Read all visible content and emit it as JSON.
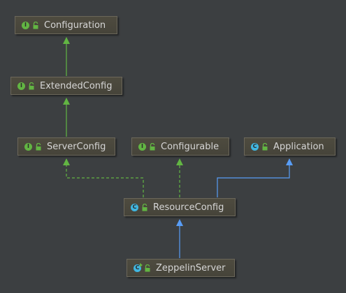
{
  "diagram": {
    "nodes": [
      {
        "id": "configuration",
        "kind": "interface",
        "badge": "I",
        "label": "Configuration"
      },
      {
        "id": "extended-config",
        "kind": "interface",
        "badge": "I",
        "label": "ExtendedConfig"
      },
      {
        "id": "server-config",
        "kind": "interface",
        "badge": "I",
        "label": "ServerConfig"
      },
      {
        "id": "configurable",
        "kind": "interface",
        "badge": "I",
        "label": "Configurable"
      },
      {
        "id": "application",
        "kind": "class",
        "badge": "C",
        "label": "Application"
      },
      {
        "id": "resource-config",
        "kind": "class",
        "badge": "C",
        "label": "ResourceConfig"
      },
      {
        "id": "zeppelin-server",
        "kind": "class",
        "badge": "C",
        "label": "ZeppelinServer"
      }
    ],
    "edges": [
      {
        "from": "extended-config",
        "to": "configuration",
        "relation": "extends"
      },
      {
        "from": "server-config",
        "to": "extended-config",
        "relation": "extends"
      },
      {
        "from": "resource-config",
        "to": "server-config",
        "relation": "implements"
      },
      {
        "from": "resource-config",
        "to": "configurable",
        "relation": "implements"
      },
      {
        "from": "resource-config",
        "to": "application",
        "relation": "extends"
      },
      {
        "from": "zeppelin-server",
        "to": "resource-config",
        "relation": "extends"
      }
    ],
    "colors": {
      "background": "#3c3f41",
      "interface_edge": "#62b543",
      "class_edge": "#589df6",
      "interface_badge": "#62b543",
      "class_badge": "#40b6e0",
      "lock": "#62b543"
    }
  }
}
